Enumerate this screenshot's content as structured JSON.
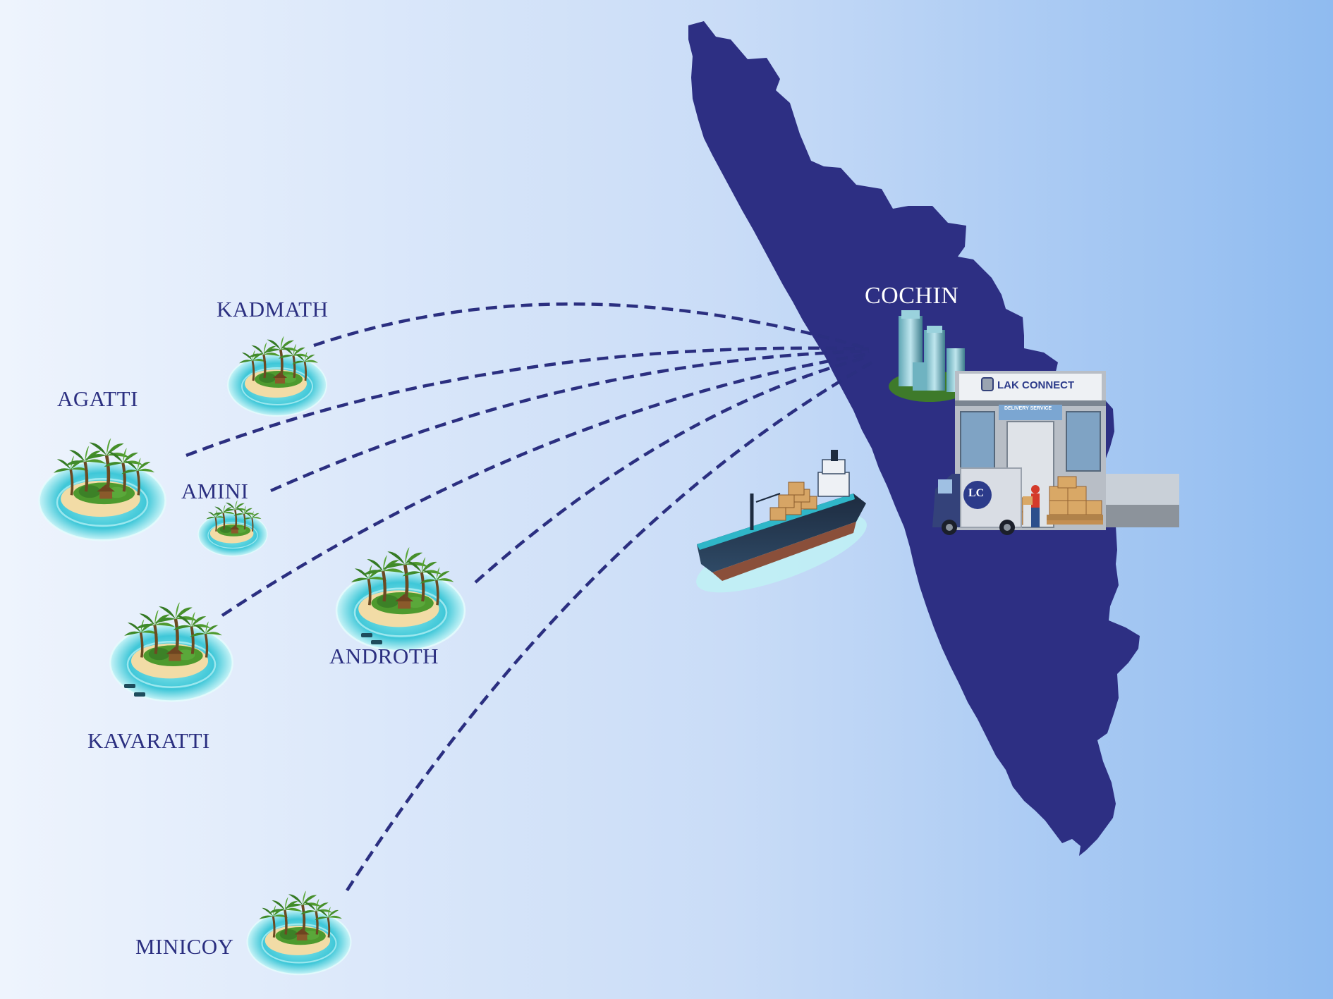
{
  "colors": {
    "bg_left": "#eef4fd",
    "bg_right": "#92bdf1",
    "land": "#2d2f83",
    "route": "#2b2f80",
    "label": "#2b2f80",
    "label_on_land": "#ffffff",
    "sea": "#3fc7d8",
    "sand": "#f2dca6",
    "palm": "#3f8a2a"
  },
  "map": {
    "hub": {
      "label": "COCHIN",
      "icon": "city-skyline-icon"
    },
    "islands": [
      {
        "id": "kadmath",
        "label": "KADMATH",
        "icon": "tropical-island-icon"
      },
      {
        "id": "agatti",
        "label": "AGATTI",
        "icon": "tropical-island-icon"
      },
      {
        "id": "amini",
        "label": "AMINI",
        "icon": "tropical-island-icon"
      },
      {
        "id": "androth",
        "label": "ANDROTH",
        "icon": "tropical-island-icon"
      },
      {
        "id": "kavaratti",
        "label": "KAVARATTI",
        "icon": "tropical-island-icon"
      },
      {
        "id": "minicoy",
        "label": "MINICOY",
        "icon": "tropical-island-icon"
      }
    ],
    "ship_icon": "cargo-ship-icon",
    "truck_icon": "delivery-truck-icon"
  },
  "warehouse": {
    "brand": "LAK CONNECT",
    "sub_sign": "DELIVERY SERVICE",
    "truck_logo": "LC",
    "icon": "warehouse-icon"
  }
}
